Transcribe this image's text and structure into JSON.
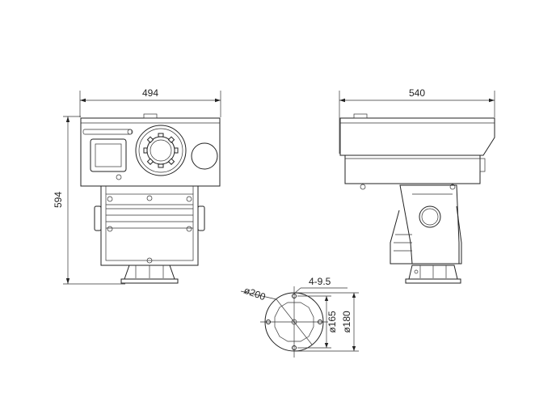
{
  "front_view": {
    "width_dim": "494",
    "height_dim": "594"
  },
  "side_view": {
    "width_dim": "540"
  },
  "base_plate": {
    "outer_diameter": "ø200",
    "holes": "4-9.5",
    "bolt_circle_diameter": "ø165",
    "hole_spacing": "ø180"
  }
}
